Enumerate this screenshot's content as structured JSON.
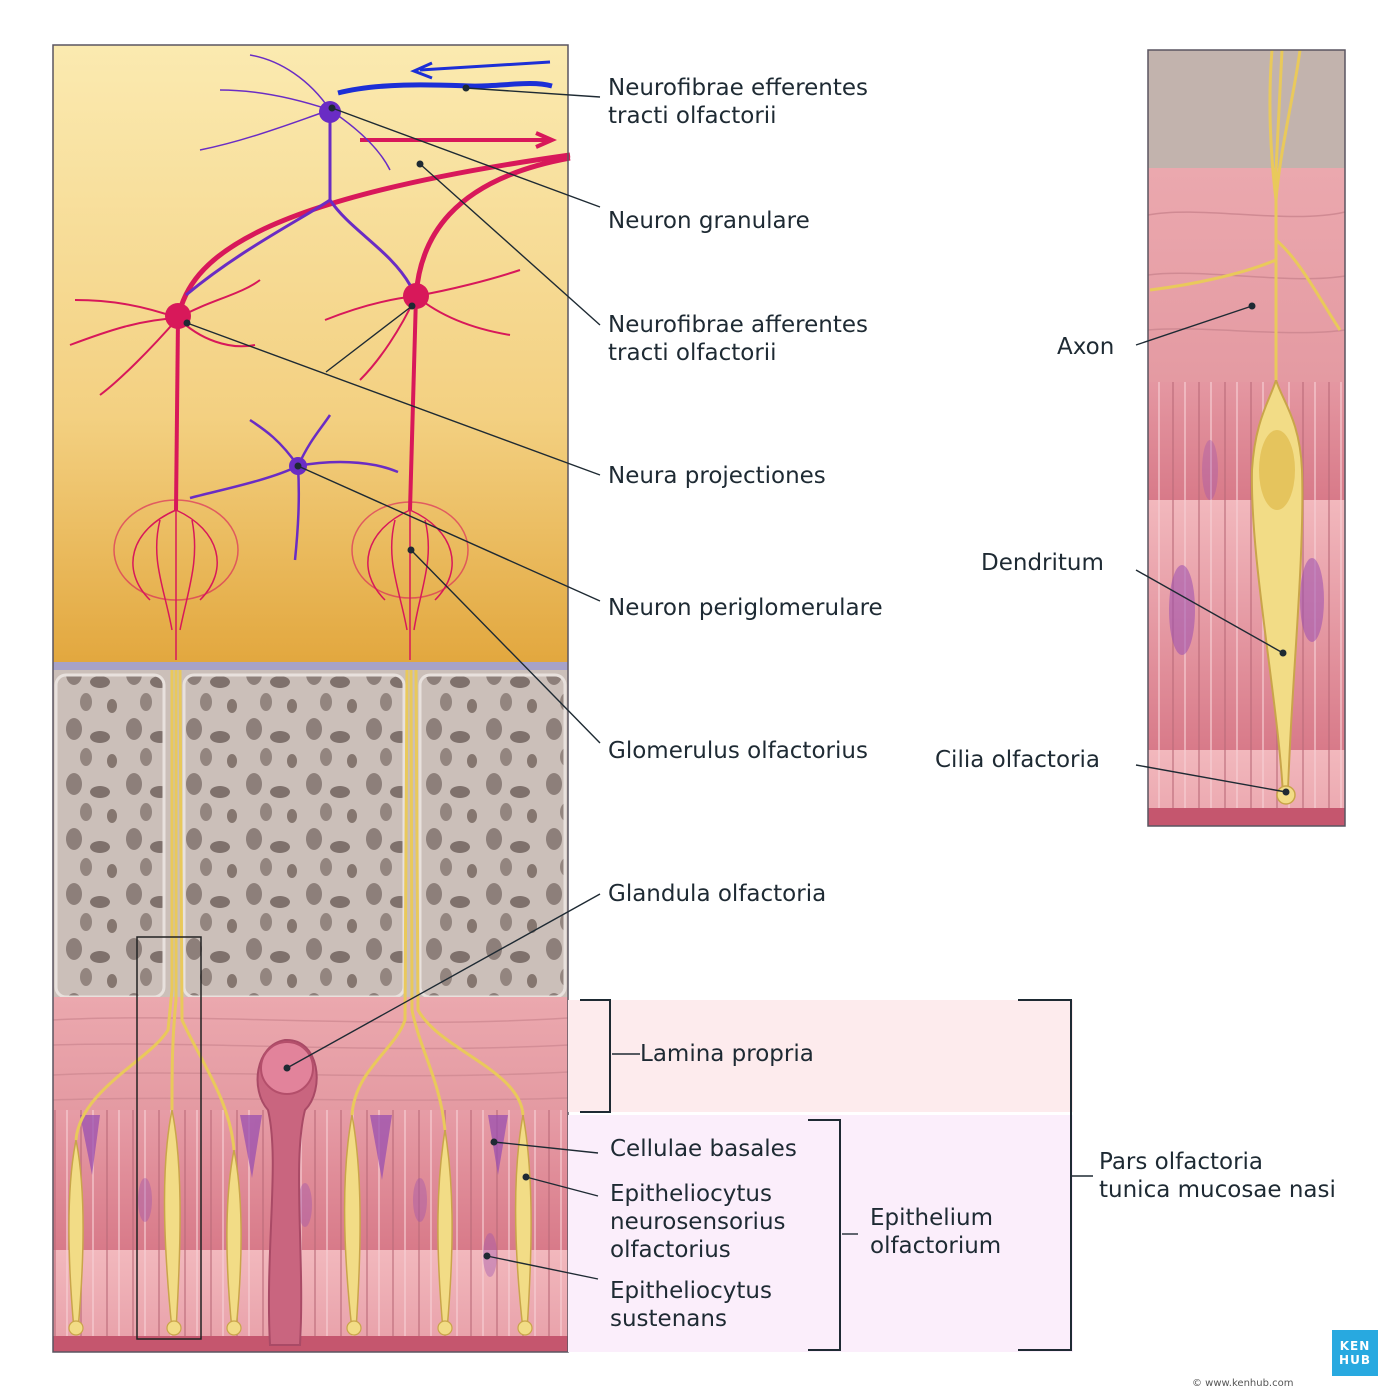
{
  "labels": {
    "efferent": "Neurofibrae efferentes\ntracti olfactorii",
    "granular": "Neuron granulare",
    "afferent": "Neurofibrae afferentes\ntracti olfactorii",
    "projection": "Neura projectiones",
    "periglomerular": "Neuron periglomerulare",
    "glomerulus": "Glomerulus olfactorius",
    "gland": "Glandula olfactoria",
    "lamina": "Lamina propria",
    "basal": "Cellulae basales",
    "neurosensory": "Epitheliocytus\nneurosensorius\nolfactorius",
    "sustentacular": "Epitheliocytus\nsustenans",
    "epithelium": "Epithelium\nolfactorium",
    "pars": "Pars olfactoria\ntunica mucosae nasi",
    "axon": "Axon",
    "dendrite": "Dendritum",
    "cilia": "Cilia olfactoria"
  },
  "brand": {
    "line1": "KEN",
    "line2": "HUB",
    "copyright": "© www.kenhub.com"
  },
  "colors": {
    "bulb": "#f3cf7e",
    "bone": "#c9bdb7",
    "tissue": "#e8a5ad",
    "projection_neuron": "#d8185a",
    "interneuron": "#6a2cc4",
    "efferent_fiber": "#1c2fd6",
    "receptor_cell": "#f2dc86"
  }
}
